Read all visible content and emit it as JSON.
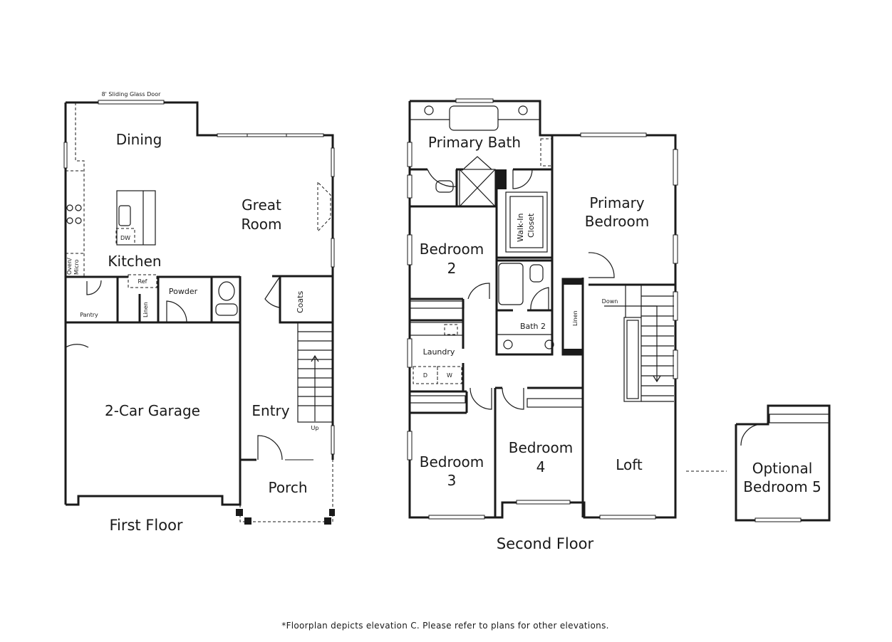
{
  "first_floor": {
    "title": "First Floor",
    "door_note": "8' Sliding Glass Door",
    "rooms": {
      "dining": "Dining",
      "great_room_1": "Great",
      "great_room_2": "Room",
      "kitchen": "Kitchen",
      "dishwasher": "DW",
      "oven_micro_1": "Oven/",
      "oven_micro_2": "Micro",
      "ref": "Ref",
      "pantry": "Pantry",
      "linen": "Linen",
      "powder": "Powder",
      "coats": "Coats",
      "garage": "2-Car Garage",
      "entry": "Entry",
      "up": "Up",
      "porch": "Porch"
    }
  },
  "second_floor": {
    "title": "Second Floor",
    "rooms": {
      "primary_bath": "Primary Bath",
      "primary_bedroom_1": "Primary",
      "primary_bedroom_2": "Bedroom",
      "walk_in_1": "Walk-In",
      "walk_in_2": "Closet",
      "bedroom2_1": "Bedroom",
      "bedroom2_2": "2",
      "bath2": "Bath 2",
      "linen": "Linen",
      "down": "Down",
      "laundry": "Laundry",
      "dryer": "D",
      "washer": "W",
      "bedroom3_1": "Bedroom",
      "bedroom3_2": "3",
      "bedroom4_1": "Bedroom",
      "bedroom4_2": "4",
      "loft": "Loft"
    }
  },
  "optional": {
    "line1": "Optional",
    "line2": "Bedroom 5"
  },
  "footnote": "*Floorplan depicts elevation C. Please refer to plans for other elevations."
}
